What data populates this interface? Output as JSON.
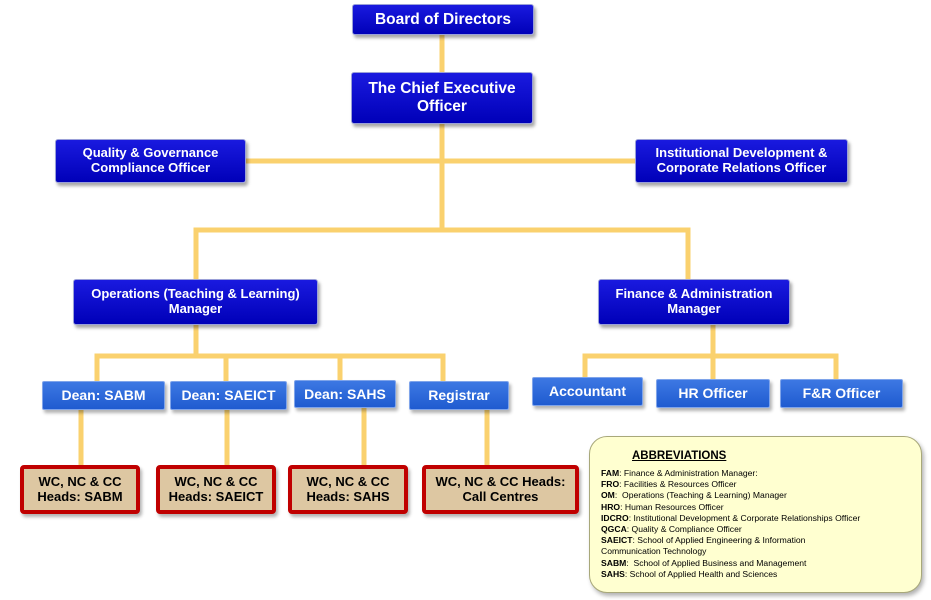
{
  "colors": {
    "connector": "#fad16e",
    "dark_box": "#0a0ad0",
    "light_box": "#2f6cdc",
    "head_box_border": "#c00000",
    "head_box_fill": "#ddc7a2",
    "legend_fill": "#ffffd0"
  },
  "nodes": {
    "board": "Board of Directors",
    "ceo": [
      "The Chief Executive",
      "Officer"
    ],
    "qgco": [
      "Quality & Governance",
      "Compliance Officer"
    ],
    "idcro": [
      "Institutional Development &",
      "Corporate Relations Officer"
    ],
    "ops": [
      "Operations (Teaching & Learning)",
      "Manager"
    ],
    "fam": [
      "Finance & Administration",
      "Manager"
    ],
    "dean_sabm": "Dean: SABM",
    "dean_saeict": "Dean: SAEICT",
    "dean_sahs": "Dean: SAHS",
    "registrar": "Registrar",
    "accountant": "Accountant",
    "hr_officer": "HR Officer",
    "fr_officer": "F&R Officer",
    "heads_sabm": [
      "WC, NC & CC",
      "Heads: SABM"
    ],
    "heads_saeict": [
      "WC, NC & CC",
      "Heads: SAEICT"
    ],
    "heads_sahs": [
      "WC, NC & CC",
      "Heads: SAHS"
    ],
    "heads_cc": [
      "WC, NC & CC Heads:",
      "Call Centres"
    ]
  },
  "abbreviations": {
    "title": "ABBREVIATIONS",
    "items": [
      {
        "abbr": "FAM",
        "sep": ":",
        "text": " Finance & Administration Manager:"
      },
      {
        "abbr": "FRO",
        "sep": ":",
        "text": " Facilities & Resources Officer"
      },
      {
        "abbr": "OM",
        "sep": ":",
        "text": "  Operations (Teaching & Learning) Manager"
      },
      {
        "abbr": "HRO",
        "sep": ":",
        "text": " Human Resources Officer"
      },
      {
        "abbr": "IDCRO",
        "sep": ":",
        "text": " Institutional Development & Corporate Relationships Officer"
      },
      {
        "abbr": "QGCA",
        "sep": ":",
        "text": " Quality & Compliance Officer"
      },
      {
        "abbr": "SAEICT",
        "sep": ":",
        "text": " School of Applied Engineering & Information"
      },
      {
        "abbr": "",
        "sep": "",
        "text": "Communication Technology"
      },
      {
        "abbr": "SABM",
        "sep": ":",
        "text": "  School of Applied Business and Management"
      },
      {
        "abbr": "SAHS",
        "sep": ":",
        "text": " School of Applied Health and Sciences"
      }
    ]
  }
}
